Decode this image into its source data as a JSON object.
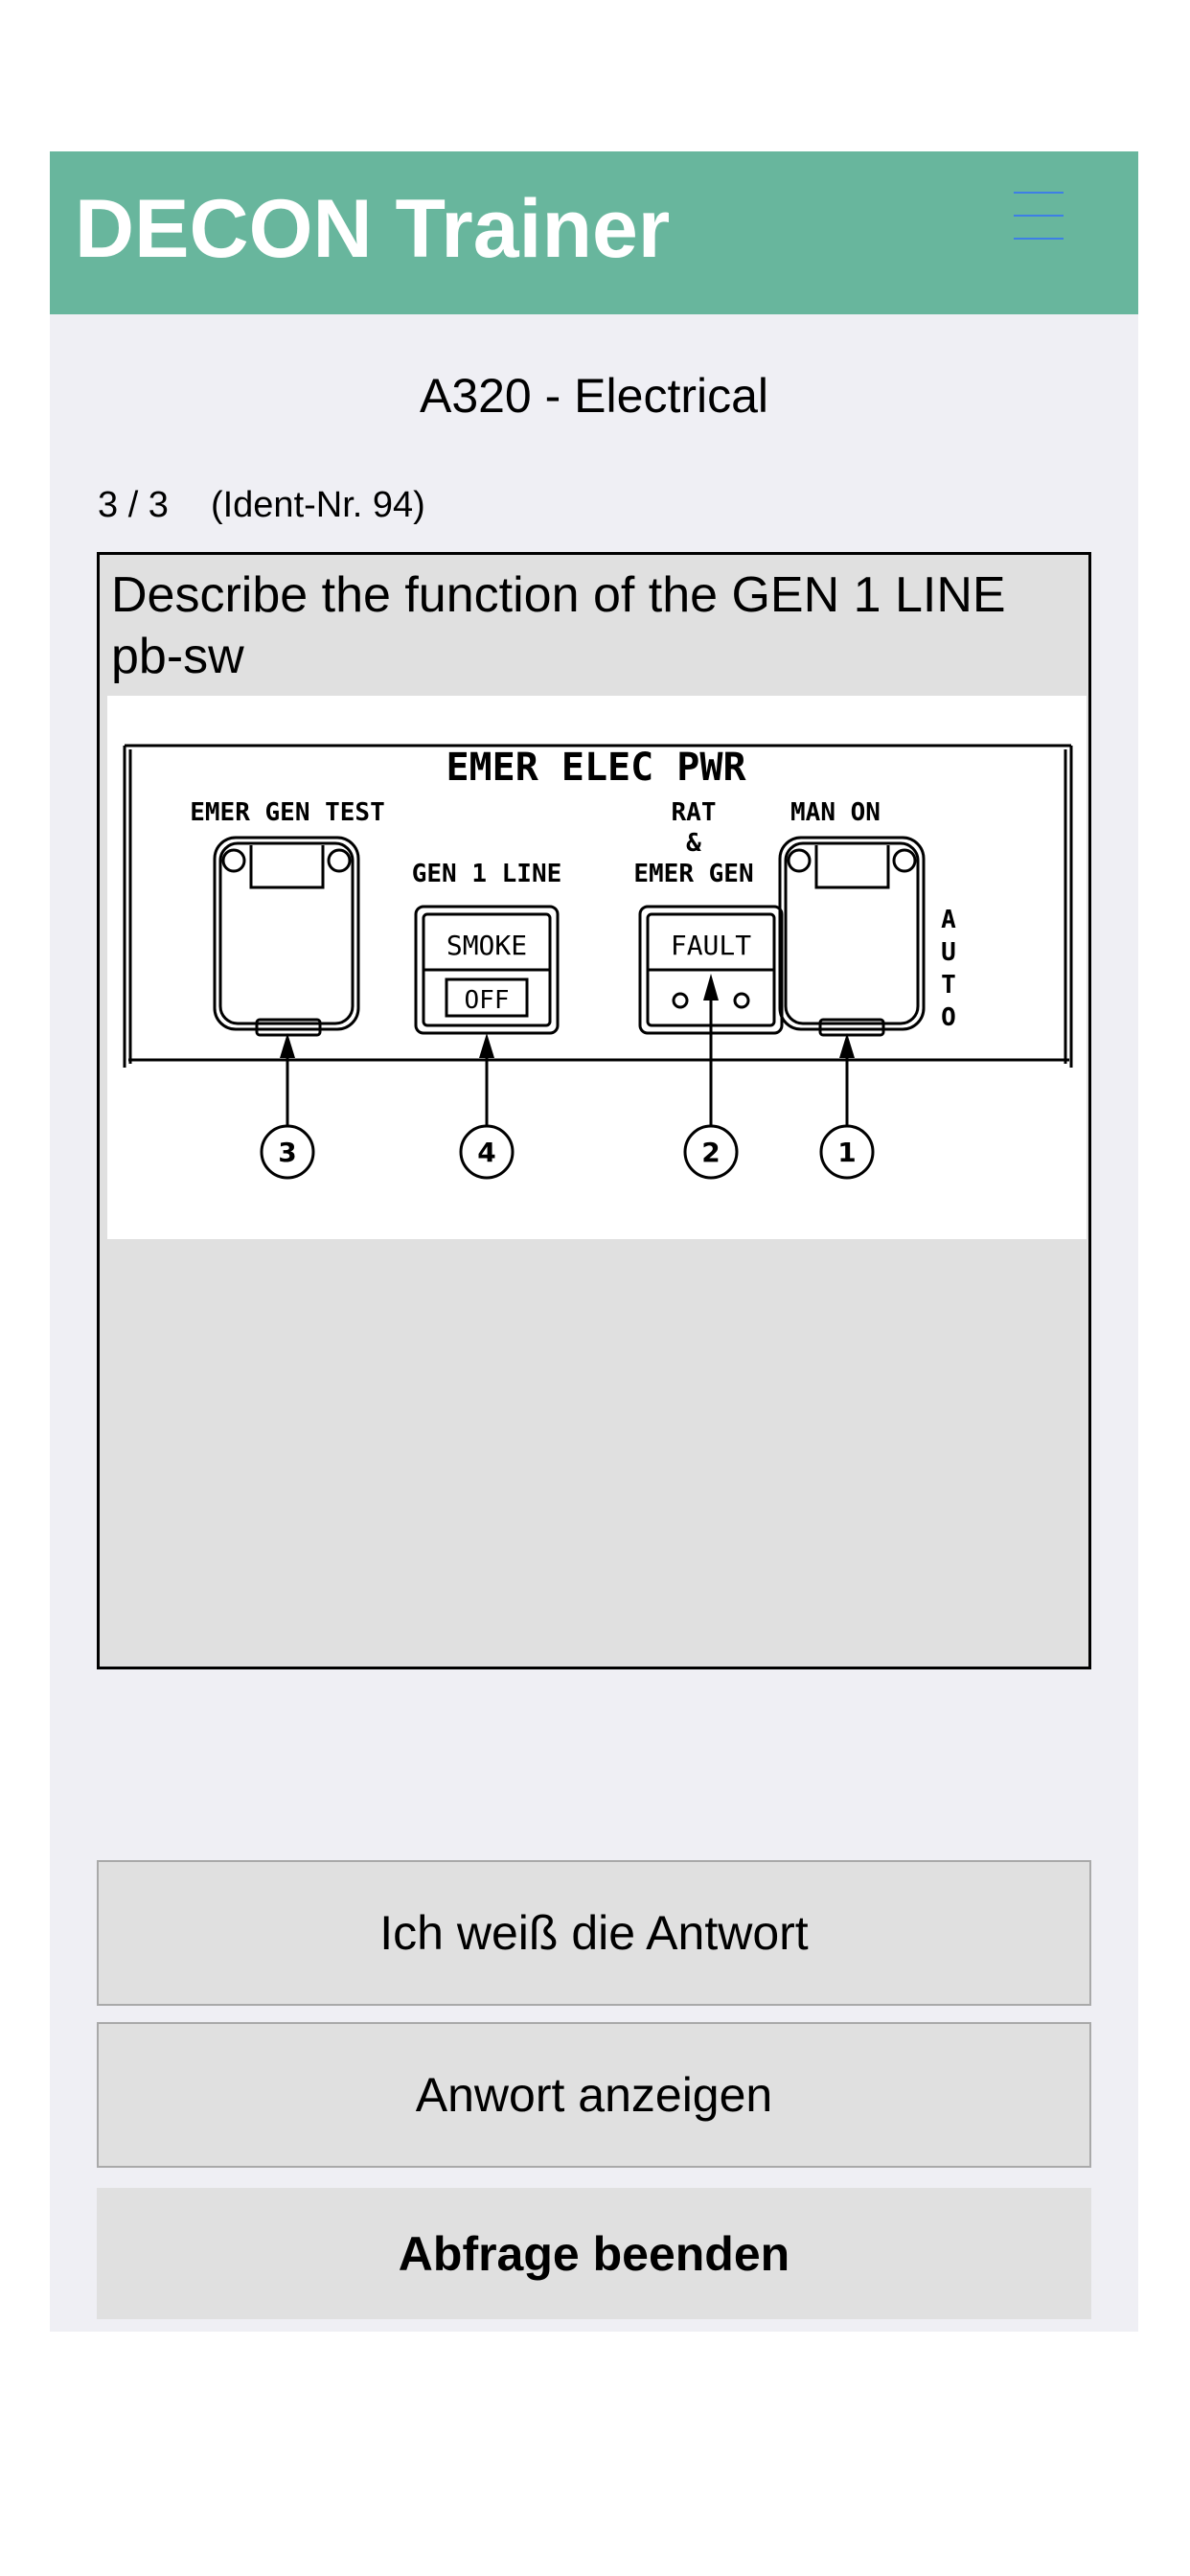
{
  "header": {
    "title": "DECON Trainer",
    "menu_icon": "hamburger-menu-icon",
    "background_color": "#68b69d",
    "menu_icon_color": "#3d7fe6"
  },
  "quiz": {
    "title": "A320 - Electrical",
    "progress": "3 / 3",
    "ident": "(Ident-Nr. 94)"
  },
  "question": {
    "text": "Describe the function of the GEN 1 LINE pb-sw"
  },
  "diagram": {
    "panel_title": "EMER ELEC PWR",
    "emer_gen_test_label": "EMER GEN TEST",
    "gen1_line_label": "GEN 1 LINE",
    "rat_label_line1": "RAT",
    "rat_label_line2": "&",
    "rat_label_line3": "EMER GEN",
    "man_on_label": "MAN ON",
    "smoke_label": "SMOKE",
    "off_label": "OFF",
    "fault_label": "FAULT",
    "auto_letters": [
      "A",
      "U",
      "T",
      "O"
    ],
    "callouts": [
      "3",
      "4",
      "2",
      "1"
    ]
  },
  "actions": {
    "know_label": "Ich weiß die Antwort",
    "show_label": "Anwort anzeigen",
    "end_label": "Abfrage beenden"
  }
}
